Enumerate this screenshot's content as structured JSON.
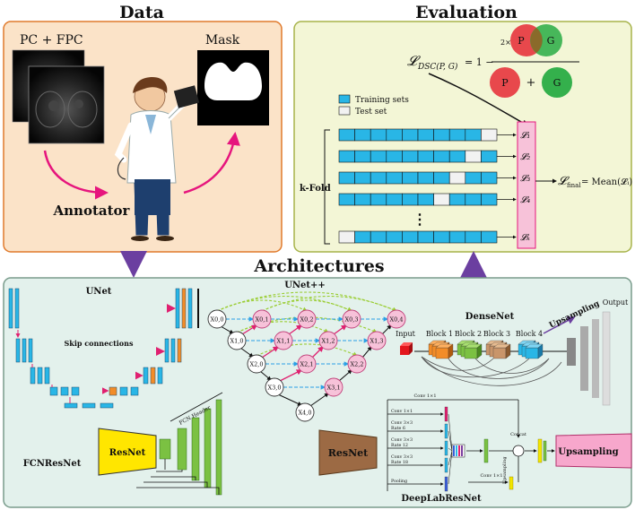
{
  "sections": {
    "data_title": "Data",
    "evaluation_title": "Evaluation",
    "architectures_title": "Architectures"
  },
  "data_panel": {
    "input_label": "PC + FPC",
    "mask_label": "Mask",
    "annotator_label": "Annotator"
  },
  "evaluation_panel": {
    "dsc_lhs": "𝓛",
    "dsc_sub": "DSC(P, G)",
    "dsc_eq": "= 1 −",
    "two_x": "2×",
    "p": "P",
    "g": "G",
    "plus": "+",
    "legend_training": "Training sets",
    "legend_test": "Test set",
    "kfold_label": "k-Fold",
    "loss_labels": [
      "𝓛₁",
      "𝓛₂",
      "𝓛₃",
      "𝓛₄",
      "𝓛ₖ"
    ],
    "final_lhs": "𝓛",
    "final_sub": "final",
    "final_rhs": "= Mean(𝓛ᵢ)",
    "dots": "⋮"
  },
  "architectures_panel": {
    "unet_title": "UNet",
    "skip_connections": "Skip connections",
    "unetpp_title": "UNet++",
    "nodes": [
      "X0,0",
      "X0,1",
      "X0,2",
      "X0,3",
      "X0,4",
      "X1,0",
      "X1,1",
      "X1,2",
      "X1,3",
      "X2,0",
      "X2,1",
      "X2,2",
      "X3,0",
      "X3,1",
      "X4,0"
    ],
    "densenet_title": "DenseNet",
    "input_label": "Input",
    "blocks": [
      "Block 1",
      "Block 2",
      "Block 3",
      "Block 4"
    ],
    "upsampling_diag": "Upsampling",
    "output_label": "Output",
    "fcn_header": "FCN Header",
    "resnet_label": "ResNet",
    "fcnresnet_title": "FCNResNet",
    "deeplab_resnet": "ResNet",
    "deeplab_title": "DeepLabResNet",
    "conv_top": "Conv 1×1",
    "branches": [
      "Conv 1×1",
      "Conv 3×3\nRate 6",
      "Conv 3×3\nRate 12",
      "Conv 3×3\nRate 18",
      "Pooling"
    ],
    "concat": "Concat",
    "upsampling_small": "Upsampling",
    "conv_bottom": "Conv 1×1",
    "upsampling_box": "Upsampling"
  },
  "colors": {
    "data_bg": "#fbe3c8",
    "data_border": "#e07a2c",
    "eval_bg": "#f3f6d6",
    "eval_border": "#a7b34a",
    "arch_bg": "#e3f1ec",
    "arch_border": "#7a9c8c",
    "cyan": "#29b6e6",
    "pink": "#f7c2d9",
    "magenta": "#e6157d",
    "purple": "#6b3fa0"
  }
}
